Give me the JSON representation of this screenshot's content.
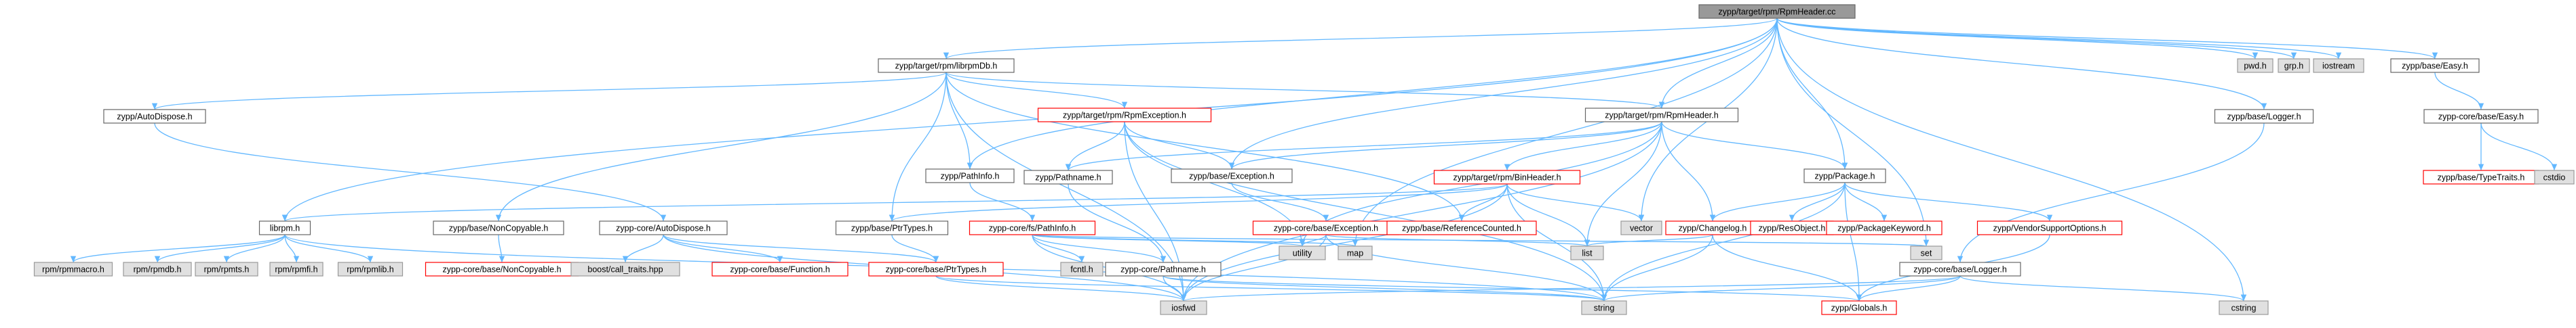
{
  "diagram": {
    "root": "n_root",
    "colors": {
      "edge": "#63b8ff",
      "root_fill": "#999999",
      "root_stroke": "#666666",
      "local_fill": "#ffffff",
      "local_stroke": "#666666",
      "missing_stroke": "#ff0000",
      "system_fill": "#e0e0e0",
      "system_stroke": "#999999"
    },
    "nodes": [
      {
        "id": "n_root",
        "label": "zypp/target/rpm/RpmHeader.cc",
        "kind": "root"
      },
      {
        "id": "n_rpmdb",
        "label": "zypp/target/rpm/librpmDb.h",
        "kind": "local"
      },
      {
        "id": "n_rpmheader_h",
        "label": "zypp/target/rpm/RpmHeader.h",
        "kind": "local"
      },
      {
        "id": "n_pwd",
        "label": "pwd.h",
        "kind": "system"
      },
      {
        "id": "n_grp",
        "label": "grp.h",
        "kind": "system"
      },
      {
        "id": "n_iostream",
        "label": "iostream",
        "kind": "system"
      },
      {
        "id": "n_easy",
        "label": "zypp/base/Easy.h",
        "kind": "local"
      },
      {
        "id": "n_autodispose",
        "label": "zypp/AutoDispose.h",
        "kind": "local"
      },
      {
        "id": "n_rpmexception",
        "label": "zypp/target/rpm/RpmException.h",
        "kind": "missing"
      },
      {
        "id": "n_baselogger",
        "label": "zypp/base/Logger.h",
        "kind": "local"
      },
      {
        "id": "n_coreeasy",
        "label": "zypp-core/base/Easy.h",
        "kind": "local"
      },
      {
        "id": "n_pathinfo",
        "label": "zypp/PathInfo.h",
        "kind": "local"
      },
      {
        "id": "n_pathname",
        "label": "zypp/Pathname.h",
        "kind": "local"
      },
      {
        "id": "n_exception",
        "label": "zypp/base/Exception.h",
        "kind": "local"
      },
      {
        "id": "n_package",
        "label": "zypp/Package.h",
        "kind": "local"
      },
      {
        "id": "n_binheader",
        "label": "zypp/target/rpm/BinHeader.h",
        "kind": "missing"
      },
      {
        "id": "n_typetraits",
        "label": "zypp/base/TypeTraits.h",
        "kind": "missing"
      },
      {
        "id": "n_cstdio",
        "label": "cstdio",
        "kind": "system"
      },
      {
        "id": "n_librpm",
        "label": "librpm.h",
        "kind": "local"
      },
      {
        "id": "n_noncopyable",
        "label": "zypp/base/NonCopyable.h",
        "kind": "local"
      },
      {
        "id": "n_coreautodispose",
        "label": "zypp-core/AutoDispose.h",
        "kind": "local"
      },
      {
        "id": "n_ptrtypes",
        "label": "zypp/base/PtrTypes.h",
        "kind": "local"
      },
      {
        "id": "n_fspathinfo",
        "label": "zypp-core/fs/PathInfo.h",
        "kind": "missing"
      },
      {
        "id": "n_coreexception",
        "label": "zypp-core/base/Exception.h",
        "kind": "missing"
      },
      {
        "id": "n_refcounted",
        "label": "zypp/base/ReferenceCounted.h",
        "kind": "missing"
      },
      {
        "id": "n_vector",
        "label": "vector",
        "kind": "system"
      },
      {
        "id": "n_changelog",
        "label": "zypp/Changelog.h",
        "kind": "missing"
      },
      {
        "id": "n_resobject",
        "label": "zypp/ResObject.h",
        "kind": "missing"
      },
      {
        "id": "n_pkgkeyword",
        "label": "zypp/PackageKeyword.h",
        "kind": "missing"
      },
      {
        "id": "n_vendorsupport",
        "label": "zypp/VendorSupportOptions.h",
        "kind": "missing"
      },
      {
        "id": "n_rpmmacro",
        "label": "rpm/rpmmacro.h",
        "kind": "system"
      },
      {
        "id": "n_rpmdb_h",
        "label": "rpm/rpmdb.h",
        "kind": "system"
      },
      {
        "id": "n_rpmts",
        "label": "rpm/rpmts.h",
        "kind": "system"
      },
      {
        "id": "n_rpmfi",
        "label": "rpm/rpmfi.h",
        "kind": "system"
      },
      {
        "id": "n_rpmlib",
        "label": "rpm/rpmlib.h",
        "kind": "system"
      },
      {
        "id": "n_corenoncopyable",
        "label": "zypp-core/base/NonCopyable.h",
        "kind": "missing"
      },
      {
        "id": "n_calltraits",
        "label": "boost/call_traits.hpp",
        "kind": "system"
      },
      {
        "id": "n_corefunction",
        "label": "zypp-core/base/Function.h",
        "kind": "missing"
      },
      {
        "id": "n_coreptrtypes",
        "label": "zypp-core/base/PtrTypes.h",
        "kind": "missing"
      },
      {
        "id": "n_fcntl",
        "label": "fcntl.h",
        "kind": "system"
      },
      {
        "id": "n_corepathname",
        "label": "zypp-core/Pathname.h",
        "kind": "local"
      },
      {
        "id": "n_utility",
        "label": "utility",
        "kind": "system"
      },
      {
        "id": "n_map",
        "label": "map",
        "kind": "system"
      },
      {
        "id": "n_list",
        "label": "list",
        "kind": "system"
      },
      {
        "id": "n_set",
        "label": "set",
        "kind": "system"
      },
      {
        "id": "n_corelogger",
        "label": "zypp-core/base/Logger.h",
        "kind": "local"
      },
      {
        "id": "n_iosfwd",
        "label": "iosfwd",
        "kind": "system"
      },
      {
        "id": "n_string",
        "label": "string",
        "kind": "system"
      },
      {
        "id": "n_globals",
        "label": "zypp/Globals.h",
        "kind": "missing"
      },
      {
        "id": "n_cstring",
        "label": "cstring",
        "kind": "system"
      }
    ],
    "edges": [
      [
        "n_root",
        "n_rpmdb"
      ],
      [
        "n_root",
        "n_rpmheader_h"
      ],
      [
        "n_root",
        "n_pwd"
      ],
      [
        "n_root",
        "n_grp"
      ],
      [
        "n_root",
        "n_iostream"
      ],
      [
        "n_root",
        "n_easy"
      ],
      [
        "n_root",
        "n_baselogger"
      ],
      [
        "n_root",
        "n_pathinfo"
      ],
      [
        "n_root",
        "n_exception"
      ],
      [
        "n_root",
        "n_package"
      ],
      [
        "n_root",
        "n_librpm"
      ],
      [
        "n_root",
        "n_vector"
      ],
      [
        "n_root",
        "n_map"
      ],
      [
        "n_root",
        "n_set"
      ],
      [
        "n_root",
        "n_cstring"
      ],
      [
        "n_rpmdb",
        "n_autodispose"
      ],
      [
        "n_rpmdb",
        "n_rpmexception"
      ],
      [
        "n_rpmdb",
        "n_rpmheader_h"
      ],
      [
        "n_rpmdb",
        "n_pathinfo"
      ],
      [
        "n_rpmdb",
        "n_ptrtypes"
      ],
      [
        "n_rpmdb",
        "n_noncopyable"
      ],
      [
        "n_rpmdb",
        "n_refcounted"
      ],
      [
        "n_rpmdb",
        "n_iosfwd"
      ],
      [
        "n_rpmheader_h",
        "n_pathname"
      ],
      [
        "n_rpmheader_h",
        "n_binheader"
      ],
      [
        "n_rpmheader_h",
        "n_package"
      ],
      [
        "n_rpmheader_h",
        "n_changelog"
      ],
      [
        "n_rpmheader_h",
        "n_list"
      ],
      [
        "n_rpmheader_h",
        "n_iosfwd"
      ],
      [
        "n_rpmheader_h",
        "n_utility"
      ],
      [
        "n_rpmheader_h",
        "n_exception"
      ],
      [
        "n_easy",
        "n_coreeasy"
      ],
      [
        "n_coreeasy",
        "n_typetraits"
      ],
      [
        "n_coreeasy",
        "n_cstdio"
      ],
      [
        "n_autodispose",
        "n_coreautodispose"
      ],
      [
        "n_rpmexception",
        "n_exception"
      ],
      [
        "n_rpmexception",
        "n_pathname"
      ],
      [
        "n_rpmexception",
        "n_iosfwd"
      ],
      [
        "n_rpmexception",
        "n_string"
      ],
      [
        "n_rpmexception",
        "n_utility"
      ],
      [
        "n_baselogger",
        "n_corelogger"
      ],
      [
        "n_pathinfo",
        "n_fspathinfo"
      ],
      [
        "n_pathname",
        "n_corepathname"
      ],
      [
        "n_exception",
        "n_coreexception"
      ],
      [
        "n_package",
        "n_changelog"
      ],
      [
        "n_package",
        "n_resobject"
      ],
      [
        "n_package",
        "n_pkgkeyword"
      ],
      [
        "n_package",
        "n_vendorsupport"
      ],
      [
        "n_package",
        "n_string"
      ],
      [
        "n_package",
        "n_globals"
      ],
      [
        "n_binheader",
        "n_librpm"
      ],
      [
        "n_binheader",
        "n_ptrtypes"
      ],
      [
        "n_binheader",
        "n_refcounted"
      ],
      [
        "n_binheader",
        "n_vector"
      ],
      [
        "n_binheader",
        "n_list"
      ],
      [
        "n_binheader",
        "n_iosfwd"
      ],
      [
        "n_binheader",
        "n_string"
      ],
      [
        "n_librpm",
        "n_rpmmacro"
      ],
      [
        "n_librpm",
        "n_rpmdb_h"
      ],
      [
        "n_librpm",
        "n_rpmts"
      ],
      [
        "n_librpm",
        "n_rpmfi"
      ],
      [
        "n_librpm",
        "n_rpmlib"
      ],
      [
        "n_librpm",
        "n_string"
      ],
      [
        "n_noncopyable",
        "n_corenoncopyable"
      ],
      [
        "n_coreautodispose",
        "n_calltraits"
      ],
      [
        "n_coreautodispose",
        "n_corefunction"
      ],
      [
        "n_coreautodispose",
        "n_coreptrtypes"
      ],
      [
        "n_coreautodispose",
        "n_iosfwd"
      ],
      [
        "n_ptrtypes",
        "n_coreptrtypes"
      ],
      [
        "n_fspathinfo",
        "n_fcntl"
      ],
      [
        "n_fspathinfo",
        "n_corepathname"
      ],
      [
        "n_fspathinfo",
        "n_utility"
      ],
      [
        "n_fspathinfo",
        "n_map"
      ],
      [
        "n_fspathinfo",
        "n_set"
      ],
      [
        "n_fspathinfo",
        "n_iosfwd"
      ],
      [
        "n_coreexception",
        "n_list"
      ],
      [
        "n_coreexception",
        "n_utility"
      ],
      [
        "n_coreexception",
        "n_string"
      ],
      [
        "n_coreexception",
        "n_iosfwd"
      ],
      [
        "n_changelog",
        "n_list"
      ],
      [
        "n_changelog",
        "n_string"
      ],
      [
        "n_changelog",
        "n_globals"
      ],
      [
        "n_vendorsupport",
        "n_globals"
      ],
      [
        "n_coreptrtypes",
        "n_iosfwd"
      ],
      [
        "n_coreptrtypes",
        "n_string"
      ],
      [
        "n_corepathname",
        "n_iosfwd"
      ],
      [
        "n_corepathname",
        "n_string"
      ],
      [
        "n_corepathname",
        "n_globals"
      ],
      [
        "n_corelogger",
        "n_cstring"
      ],
      [
        "n_corelogger",
        "n_iosfwd"
      ],
      [
        "n_corelogger",
        "n_string"
      ],
      [
        "n_corelogger",
        "n_globals"
      ]
    ]
  }
}
